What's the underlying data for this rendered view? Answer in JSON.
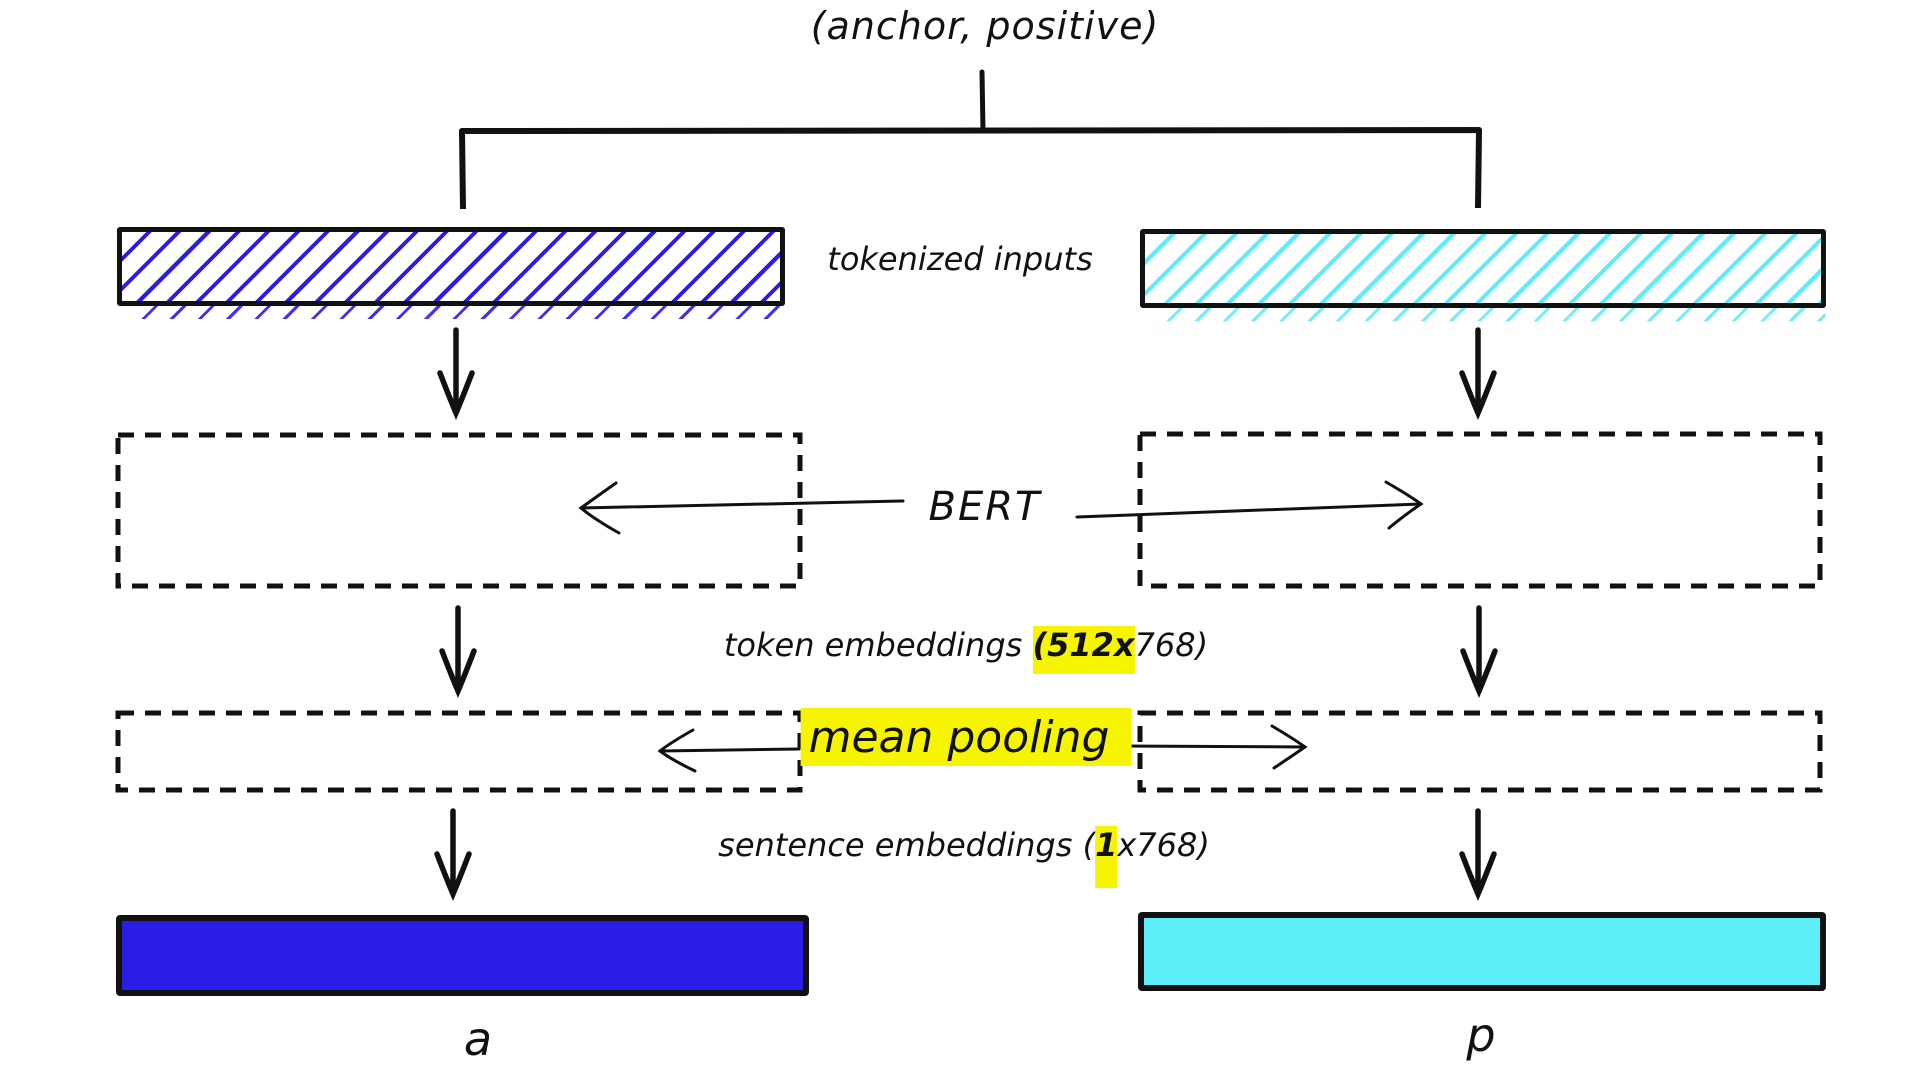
{
  "title": "(anchor, positive)",
  "labels": {
    "tokenized_inputs": "tokenized inputs",
    "bert": "BERT",
    "token_embeddings": {
      "prefix": "token embeddings ",
      "highlight": "(512x",
      "suffix": "768)"
    },
    "mean_pooling": "mean pooling",
    "sentence_embeddings": {
      "prefix": "sentence embeddings (",
      "highlight": "1",
      "suffix": "x768)"
    },
    "anchor_output": "a",
    "positive_output": "p"
  },
  "colors": {
    "ink": "#111111",
    "anchor_blue": "#2b1de8",
    "positive_cyan": "#5ceef8",
    "highlight_yellow": "#f6f400"
  }
}
